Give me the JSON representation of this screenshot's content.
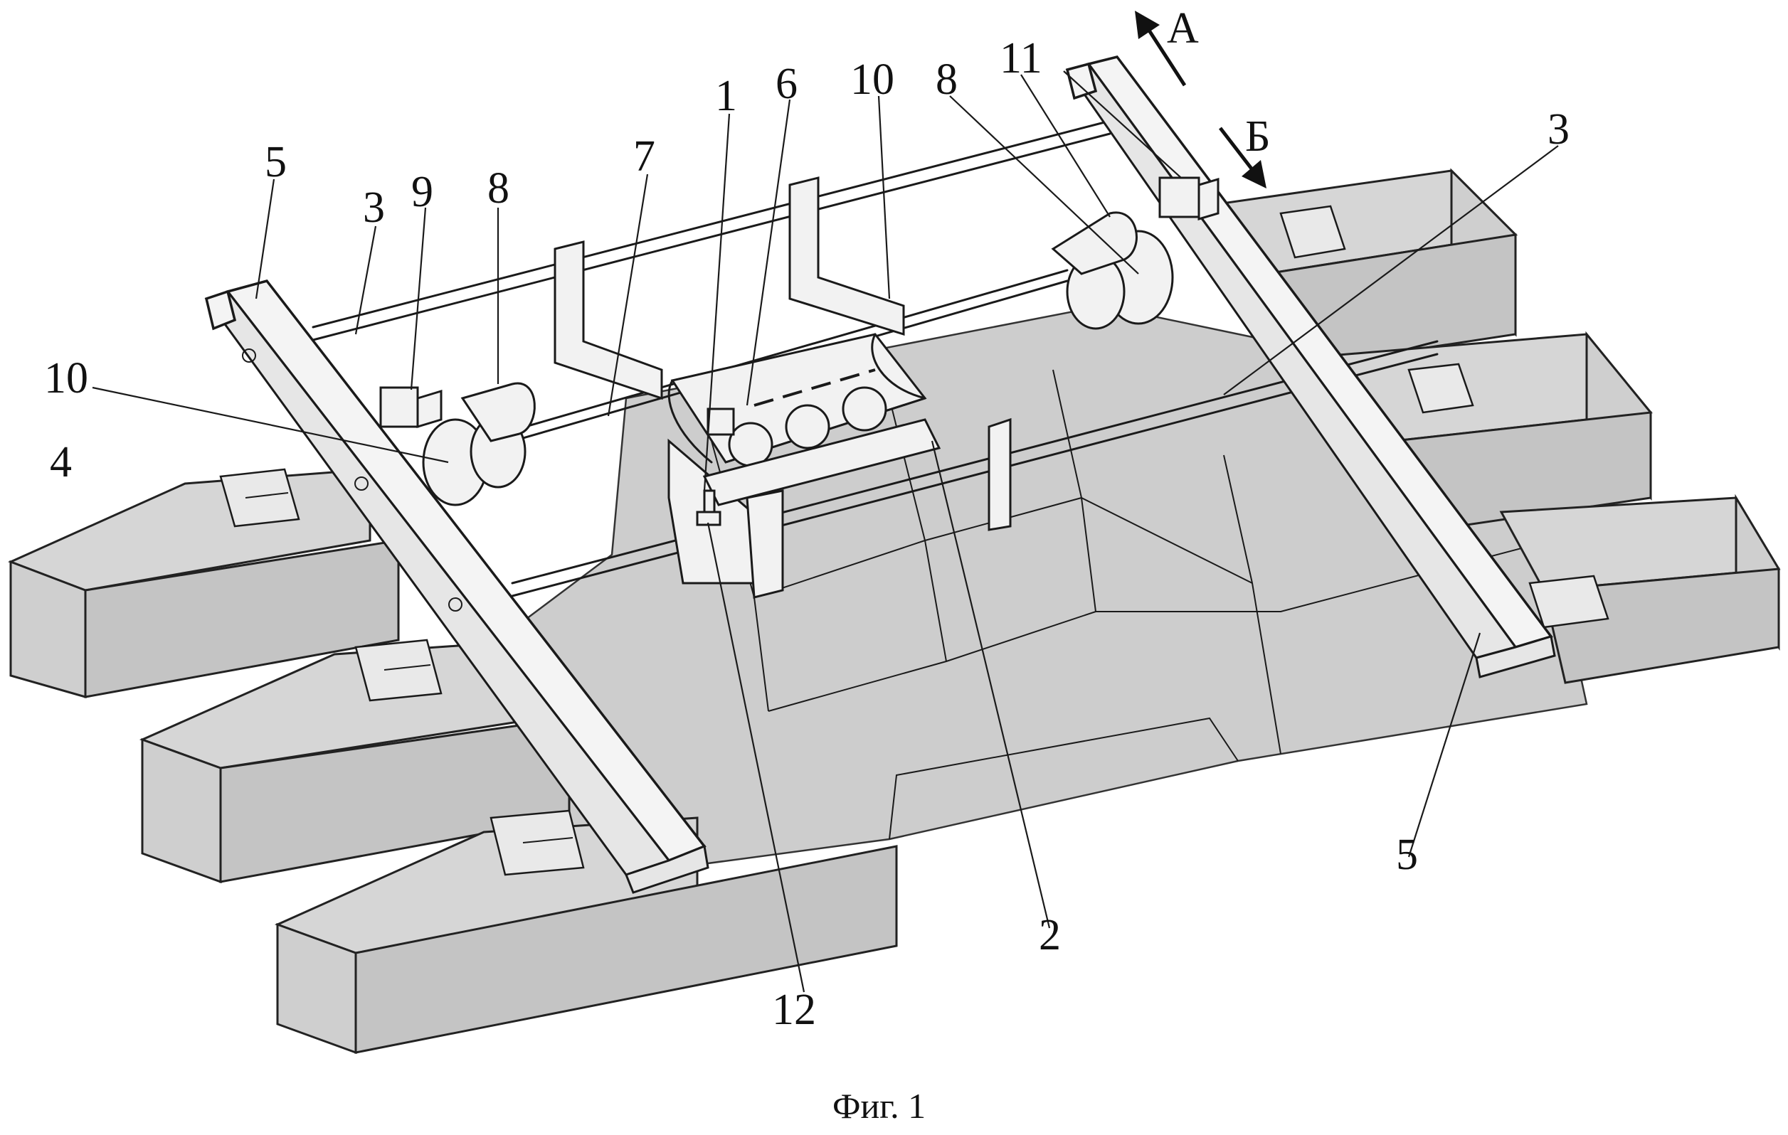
{
  "caption": "Фиг. 1",
  "labels": {
    "l1": "1",
    "l2": "2",
    "l3a": "3",
    "l3b": "3",
    "l4": "4",
    "l5a": "5",
    "l5b": "5",
    "l6": "6",
    "l7": "7",
    "l8a": "8",
    "l8b": "8",
    "l9": "9",
    "l10a": "10",
    "l10b": "10",
    "l11": "11",
    "l12": "12",
    "arrowA": "А",
    "arrowB": "Б"
  },
  "colors": {
    "ink": "#1a1a1a",
    "sleeper": "#d6d6d6",
    "ballast": "#cdcdcd",
    "paper": "#ffffff"
  }
}
